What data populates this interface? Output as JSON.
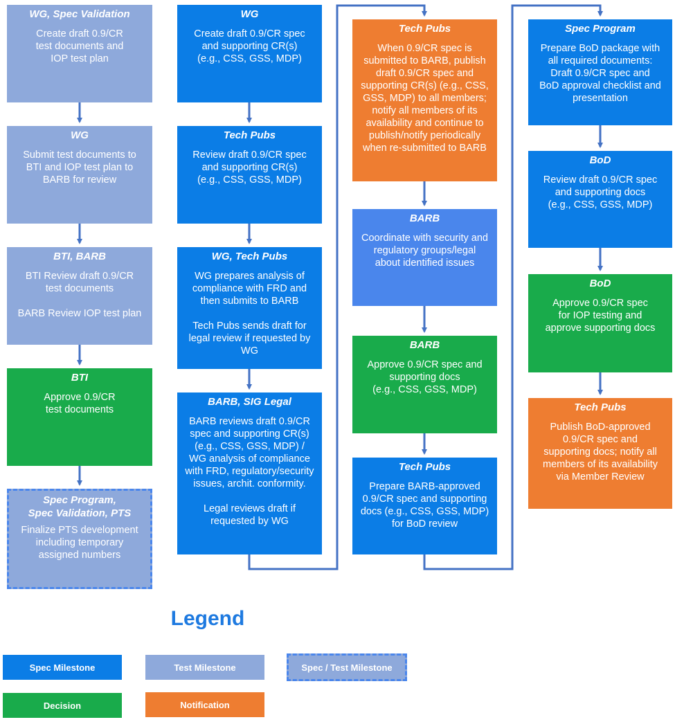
{
  "colors": {
    "spec_milestone": "#0b7de6",
    "test_milestone": "#8ea9db",
    "decision": "#19ab4b",
    "notification": "#ee7d31",
    "barb_box": "#4a86ec",
    "connector": "#4472c4",
    "legend_title": "#1e7ae0"
  },
  "col1": [
    {
      "header": "WG, Spec Validation",
      "body": "Create draft 0.9/CR\ntest documents and\nIOP test plan"
    },
    {
      "header": "WG",
      "body": "Submit test documents to\nBTI and IOP test plan to\nBARB for review"
    },
    {
      "header": "BTI, BARB",
      "body": "BTI Review draft 0.9/CR\ntest documents\n\nBARB Review IOP test plan"
    },
    {
      "header": "BTI",
      "body": "Approve 0.9/CR\ntest documents"
    },
    {
      "header": "Spec Program,\nSpec Validation, PTS",
      "body": "Finalize PTS development\nincluding temporary\nassigned numbers"
    }
  ],
  "col2": [
    {
      "header": "WG",
      "body": "Create draft 0.9/CR spec\nand supporting CR(s)\n(e.g., CSS, GSS, MDP)"
    },
    {
      "header": "Tech Pubs",
      "body": "Review draft 0.9/CR spec\nand supporting CR(s)\n(e.g., CSS, GSS, MDP)"
    },
    {
      "header": "WG, Tech Pubs",
      "body": "WG prepares analysis of\ncompliance with FRD and\nthen submits to BARB\n\nTech Pubs sends draft for\nlegal review if requested by\nWG"
    },
    {
      "header": "BARB, SIG Legal",
      "body": "BARB reviews draft 0.9/CR\nspec and supporting CR(s)\n(e.g., CSS, GSS, MDP) /\nWG analysis of compliance\nwith FRD, regulatory/security\nissues, archit. conformity.\n\nLegal reviews draft if\nrequested by WG"
    }
  ],
  "col3": [
    {
      "header": "Tech Pubs",
      "body": "When 0.9/CR spec is\nsubmitted to BARB, publish\ndraft 0.9/CR spec and\nsupporting CR(s) (e.g., CSS,\nGSS, MDP) to all members;\nnotify all members of its\navailability and continue to\npublish/notify periodically\nwhen re-submitted to BARB"
    },
    {
      "header": "BARB",
      "body": "Coordinate with security and\nregulatory groups/legal\nabout identified issues"
    },
    {
      "header": "BARB",
      "body": "Approve 0.9/CR spec and\nsupporting docs\n(e.g., CSS, GSS, MDP)"
    },
    {
      "header": "Tech Pubs",
      "body": "Prepare BARB-approved\n0.9/CR spec and supporting\ndocs (e.g., CSS, GSS, MDP)\nfor BoD review"
    }
  ],
  "col4": [
    {
      "header": "Spec Program",
      "body": "Prepare BoD package with\nall required documents:\nDraft 0.9/CR spec and\nBoD approval checklist and\npresentation"
    },
    {
      "header": "BoD",
      "body": "Review draft 0.9/CR spec\nand supporting docs\n(e.g., CSS, GSS, MDP)"
    },
    {
      "header": "BoD",
      "body": "Approve 0.9/CR spec\nfor IOP testing and\napprove supporting docs"
    },
    {
      "header": "Tech Pubs",
      "body": "Publish BoD-approved\n0.9/CR spec and\nsupporting docs; notify all\nmembers of its availability\nvia Member Review"
    }
  ],
  "legend": {
    "title": "Legend",
    "spec_milestone": "Spec Milestone",
    "test_milestone": "Test Milestone",
    "spec_test_milestone": "Spec / Test Milestone",
    "decision": "Decision",
    "notification": "Notification"
  }
}
